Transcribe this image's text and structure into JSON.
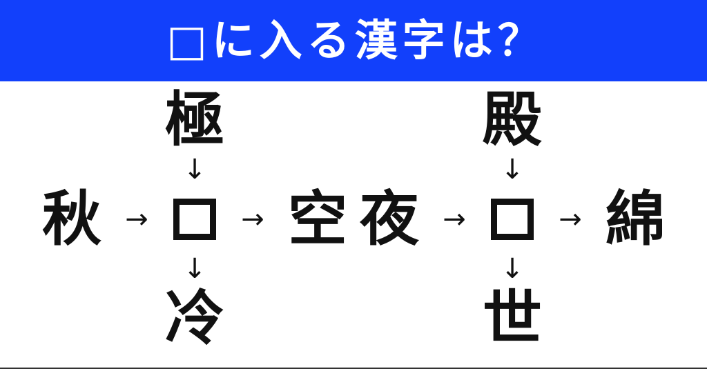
{
  "header": {
    "title": "□に入る漢字は？",
    "background_color": "#1240fb",
    "text_color": "#ffffff"
  },
  "theme": {
    "page_background": "#ffffff",
    "ink_color": "#111111",
    "rule_color": "#333333"
  },
  "icons": {
    "arrow_right": "→",
    "arrow_down": "↓"
  },
  "puzzles": [
    {
      "id": "left",
      "top": "極",
      "left": "秋",
      "center": "",
      "right": "空",
      "bottom": "冷"
    },
    {
      "id": "right",
      "top": "殿",
      "left": "夜",
      "center": "",
      "right": "綿",
      "bottom": "世"
    }
  ]
}
